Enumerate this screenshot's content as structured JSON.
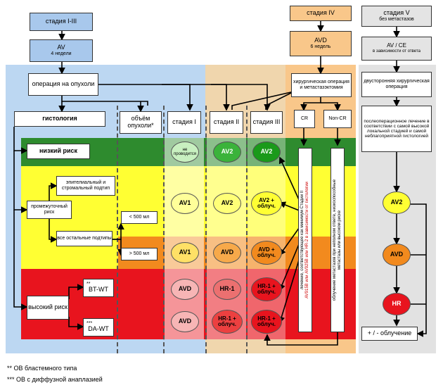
{
  "header": {
    "stage_1_3": {
      "title": "стадия I-III",
      "regimen": "AV",
      "duration": "4 недели"
    },
    "stage_4": {
      "title": "стадия IV",
      "regimen": "AVD",
      "duration": "6 недель"
    },
    "stage_5": {
      "title": "стадия V",
      "subtitle": "без метастазов",
      "regimen": "AV / CE",
      "note": "в зависимости от ответа"
    }
  },
  "surgery_tumor": "операция на опухоли",
  "surgery_meta": "хирургическая операция и метастазэктомия",
  "bilateral_surgery": "двусторонняя хирургическая операция",
  "postop_text": "послеоперационное лечение в соответствии с самой высокой локальной стадией и самой неблагоприятной гистологией",
  "columns": {
    "histology": "гистология",
    "volume": "объём опухоли*",
    "stage_1": "стадия I",
    "stage_2": "стадия II",
    "stage_3": "стадия III",
    "cr": "CR",
    "noncr": "Non-CR"
  },
  "risk": {
    "low": "низкий риск",
    "intermediate": "промежуточный риск",
    "epithelial": "эпителиальный и стромальный подтип",
    "other_subtypes": "все остальные подтипы",
    "less500": "< 500 мл",
    "more500": "> 500 мл",
    "high": "высокий риск",
    "bt_wt_mark": "**",
    "bt_wt": "BT-WT",
    "da_wt_mark": "***",
    "da_wt": "DA-WT"
  },
  "cells": {
    "r1_s1": "не проводится",
    "r1_s2": "AV2",
    "r1_s3": "AV2",
    "r2_s1": "AV1",
    "r2_s2": "AV2",
    "r2_s3": "AV2 + облуч.",
    "r3_s1": "AV1",
    "r3_s2": "AVD",
    "r3_s3": "AVD + облуч.",
    "r4_s1": "AVD",
    "r4_s2": "HR-1",
    "r4_s3": "HR-1 + облуч.",
    "r5_s1": "AVD",
    "r5_s2": "HR-1 + облуч.",
    "r5_s3": "HR-1 + облуч."
  },
  "vertical_cr_line1": "лечение, соответствующее как минимум Стадии II",
  "vertical_cr_line2": "AV915B или AV925B или HR-2 в зависимости от гистологии",
  "vertical_noncr_line1": "облучение метастазов при неполном ответе, низкоспособные",
  "vertical_noncr_line2": "метастазы или высоком риске",
  "stage5_circles": {
    "av2": "AV2",
    "avd": "AVD",
    "hr": "HR"
  },
  "radiation": "+ / - облучение",
  "footnotes": {
    "f1": "** ОВ бластемного типа",
    "f2": "*** ОВ с диффузной анаплазией"
  },
  "colors": {
    "green": "#2e8b2e",
    "yellow": "#ffff33",
    "orange": "#f28a1e",
    "red": "#e8141e",
    "blue_bg": "#bcd7f2",
    "tan_bg": "#f0d6ad",
    "grey_bg": "#e6e6e6"
  }
}
